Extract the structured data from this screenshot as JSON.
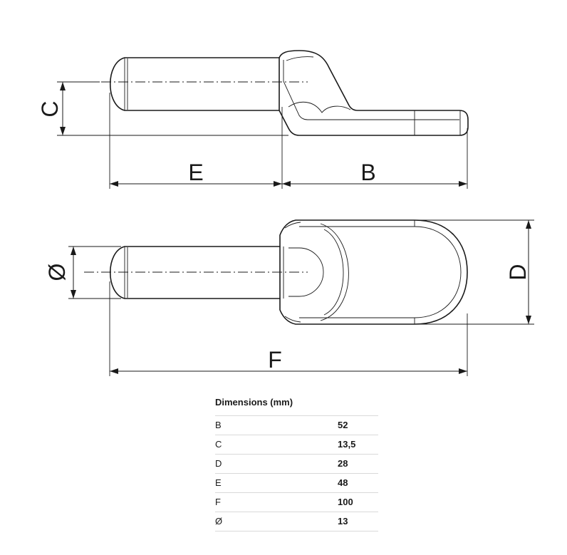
{
  "labels": {
    "b": "B",
    "c": "C",
    "d": "D",
    "e": "E",
    "f": "F",
    "dia": "Ø"
  },
  "table": {
    "title": "Dimensions (mm)",
    "rows": [
      {
        "label": "B",
        "value": "52"
      },
      {
        "label": "C",
        "value": "13,5"
      },
      {
        "label": "D",
        "value": "28"
      },
      {
        "label": "E",
        "value": "48"
      },
      {
        "label": "F",
        "value": "100"
      },
      {
        "label": "Ø",
        "value": "13"
      }
    ]
  }
}
